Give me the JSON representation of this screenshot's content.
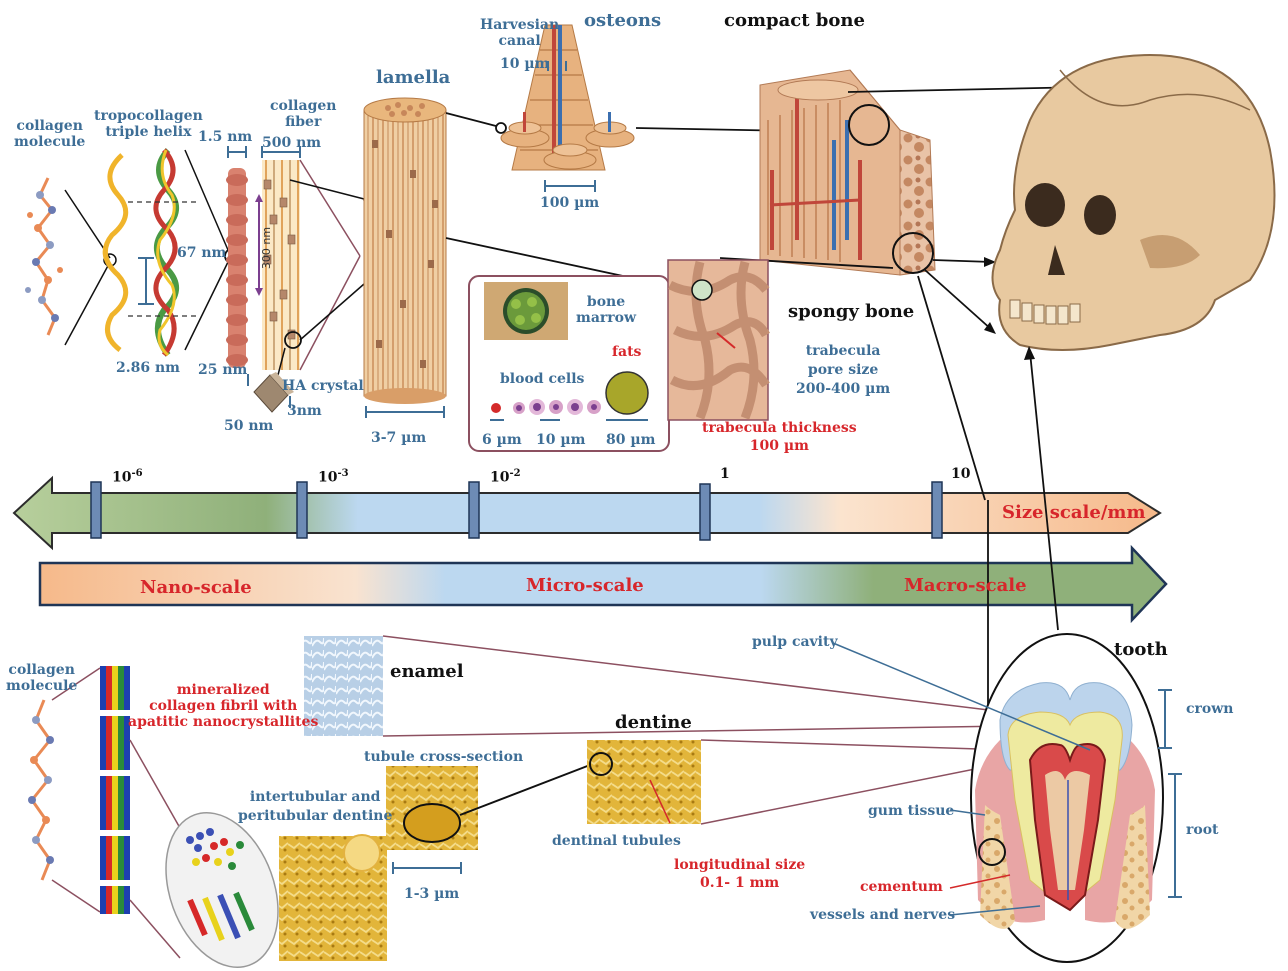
{
  "colors": {
    "label_blue": "#3e6e96",
    "label_red": "#d7262b",
    "nano_orange": "#f6b98a",
    "micro_blue": "#bcd8f0",
    "macro_green": "#8fb07a",
    "bone_tan": "#d9a57a",
    "skull": "#e7c9a0",
    "gum": "#e8a5a5",
    "enamel": "#bcd4ec",
    "dentine_yellow": "#e8d88a"
  },
  "bone": {
    "collagen_molecule": "collagen\nmolecule",
    "tropocollagen": "tropocollagen\ntriple helix",
    "collagen_fiber": "collagen\nfiber",
    "d_1_5nm": "1.5 nm",
    "d_500nm": "500 nm",
    "d_67nm": "67 nm",
    "d_300nm": "300 nm",
    "d_2_86nm": "2.86 nm",
    "d_25nm": "25 nm",
    "ha_crystal": "HA crystal",
    "d_3nm": "3nm",
    "d_50nm": "50 nm",
    "lamella": "lamella",
    "d_3_7um": "3-7 µm",
    "harvesian_canal": "Harvesian\ncanal",
    "osteons": "osteons",
    "d_10um_canal": "10 µm",
    "d_100um": "100 µm",
    "compact_bone": "compact bone",
    "bone_marrow": "bone\nmarrow",
    "fats": "fats",
    "blood_cells": "blood cells",
    "d_6um": "6 µm",
    "d_10um": "10 µm",
    "d_80um": "80 µm",
    "spongy_bone": "spongy bone",
    "trabecula_pore": "trabecula\npore size\n200-400 µm",
    "trabecula_thickness": "trabecula thickness\n100 µm"
  },
  "scale": {
    "tick_1": "10",
    "tick_1_exp": "-6",
    "tick_2": "10",
    "tick_2_exp": "-3",
    "tick_3": "10",
    "tick_3_exp": "-2",
    "tick_4": "1",
    "tick_5": "10",
    "size_label": "Size scale/mm",
    "nano": "Nano-scale",
    "micro": "Micro-scale",
    "macro": "Macro-scale"
  },
  "tooth": {
    "collagen_molecule": "collagen\nmolecule",
    "mineralized": "mineralized\ncollagen fibril with\napatitic nanocrystallites",
    "enamel": "enamel",
    "tubule_cross_section": "tubule cross-section",
    "intertubular": "intertubular and\nperitubular dentine",
    "d_1_3um": "1-3 µm",
    "dentine": "dentine",
    "dentinal_tubules": "dentinal tubules",
    "longitudinal": "longitudinal size\n0.1- 1 mm",
    "pulp_cavity": "pulp cavity",
    "tooth": "tooth",
    "crown": "crown",
    "root": "root",
    "gum_tissue": "gum tissue",
    "cementum": "cementum",
    "vessels_nerves": "vessels and nerves"
  }
}
